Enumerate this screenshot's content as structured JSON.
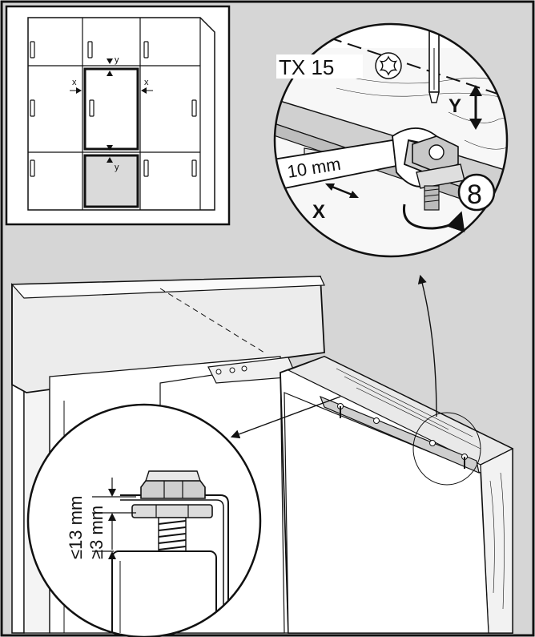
{
  "labels": {
    "tool_torx": "TX 15",
    "wrench_size": "10 mm",
    "axis_x": "X",
    "axis_y": "Y",
    "step_number": "8",
    "max_gap": "≤13 mm",
    "min_gap": "≥3 mm",
    "inset_x": "x",
    "inset_y": "y"
  },
  "colors": {
    "line": "#111111",
    "panel_grey": "#d6d6d6",
    "light_grey": "#e4e4e4",
    "inset_door": "#dadada",
    "white": "#ffffff"
  },
  "icons": [
    "torx-star-icon",
    "rotation-arrow-icon",
    "double-arrow-icon"
  ]
}
